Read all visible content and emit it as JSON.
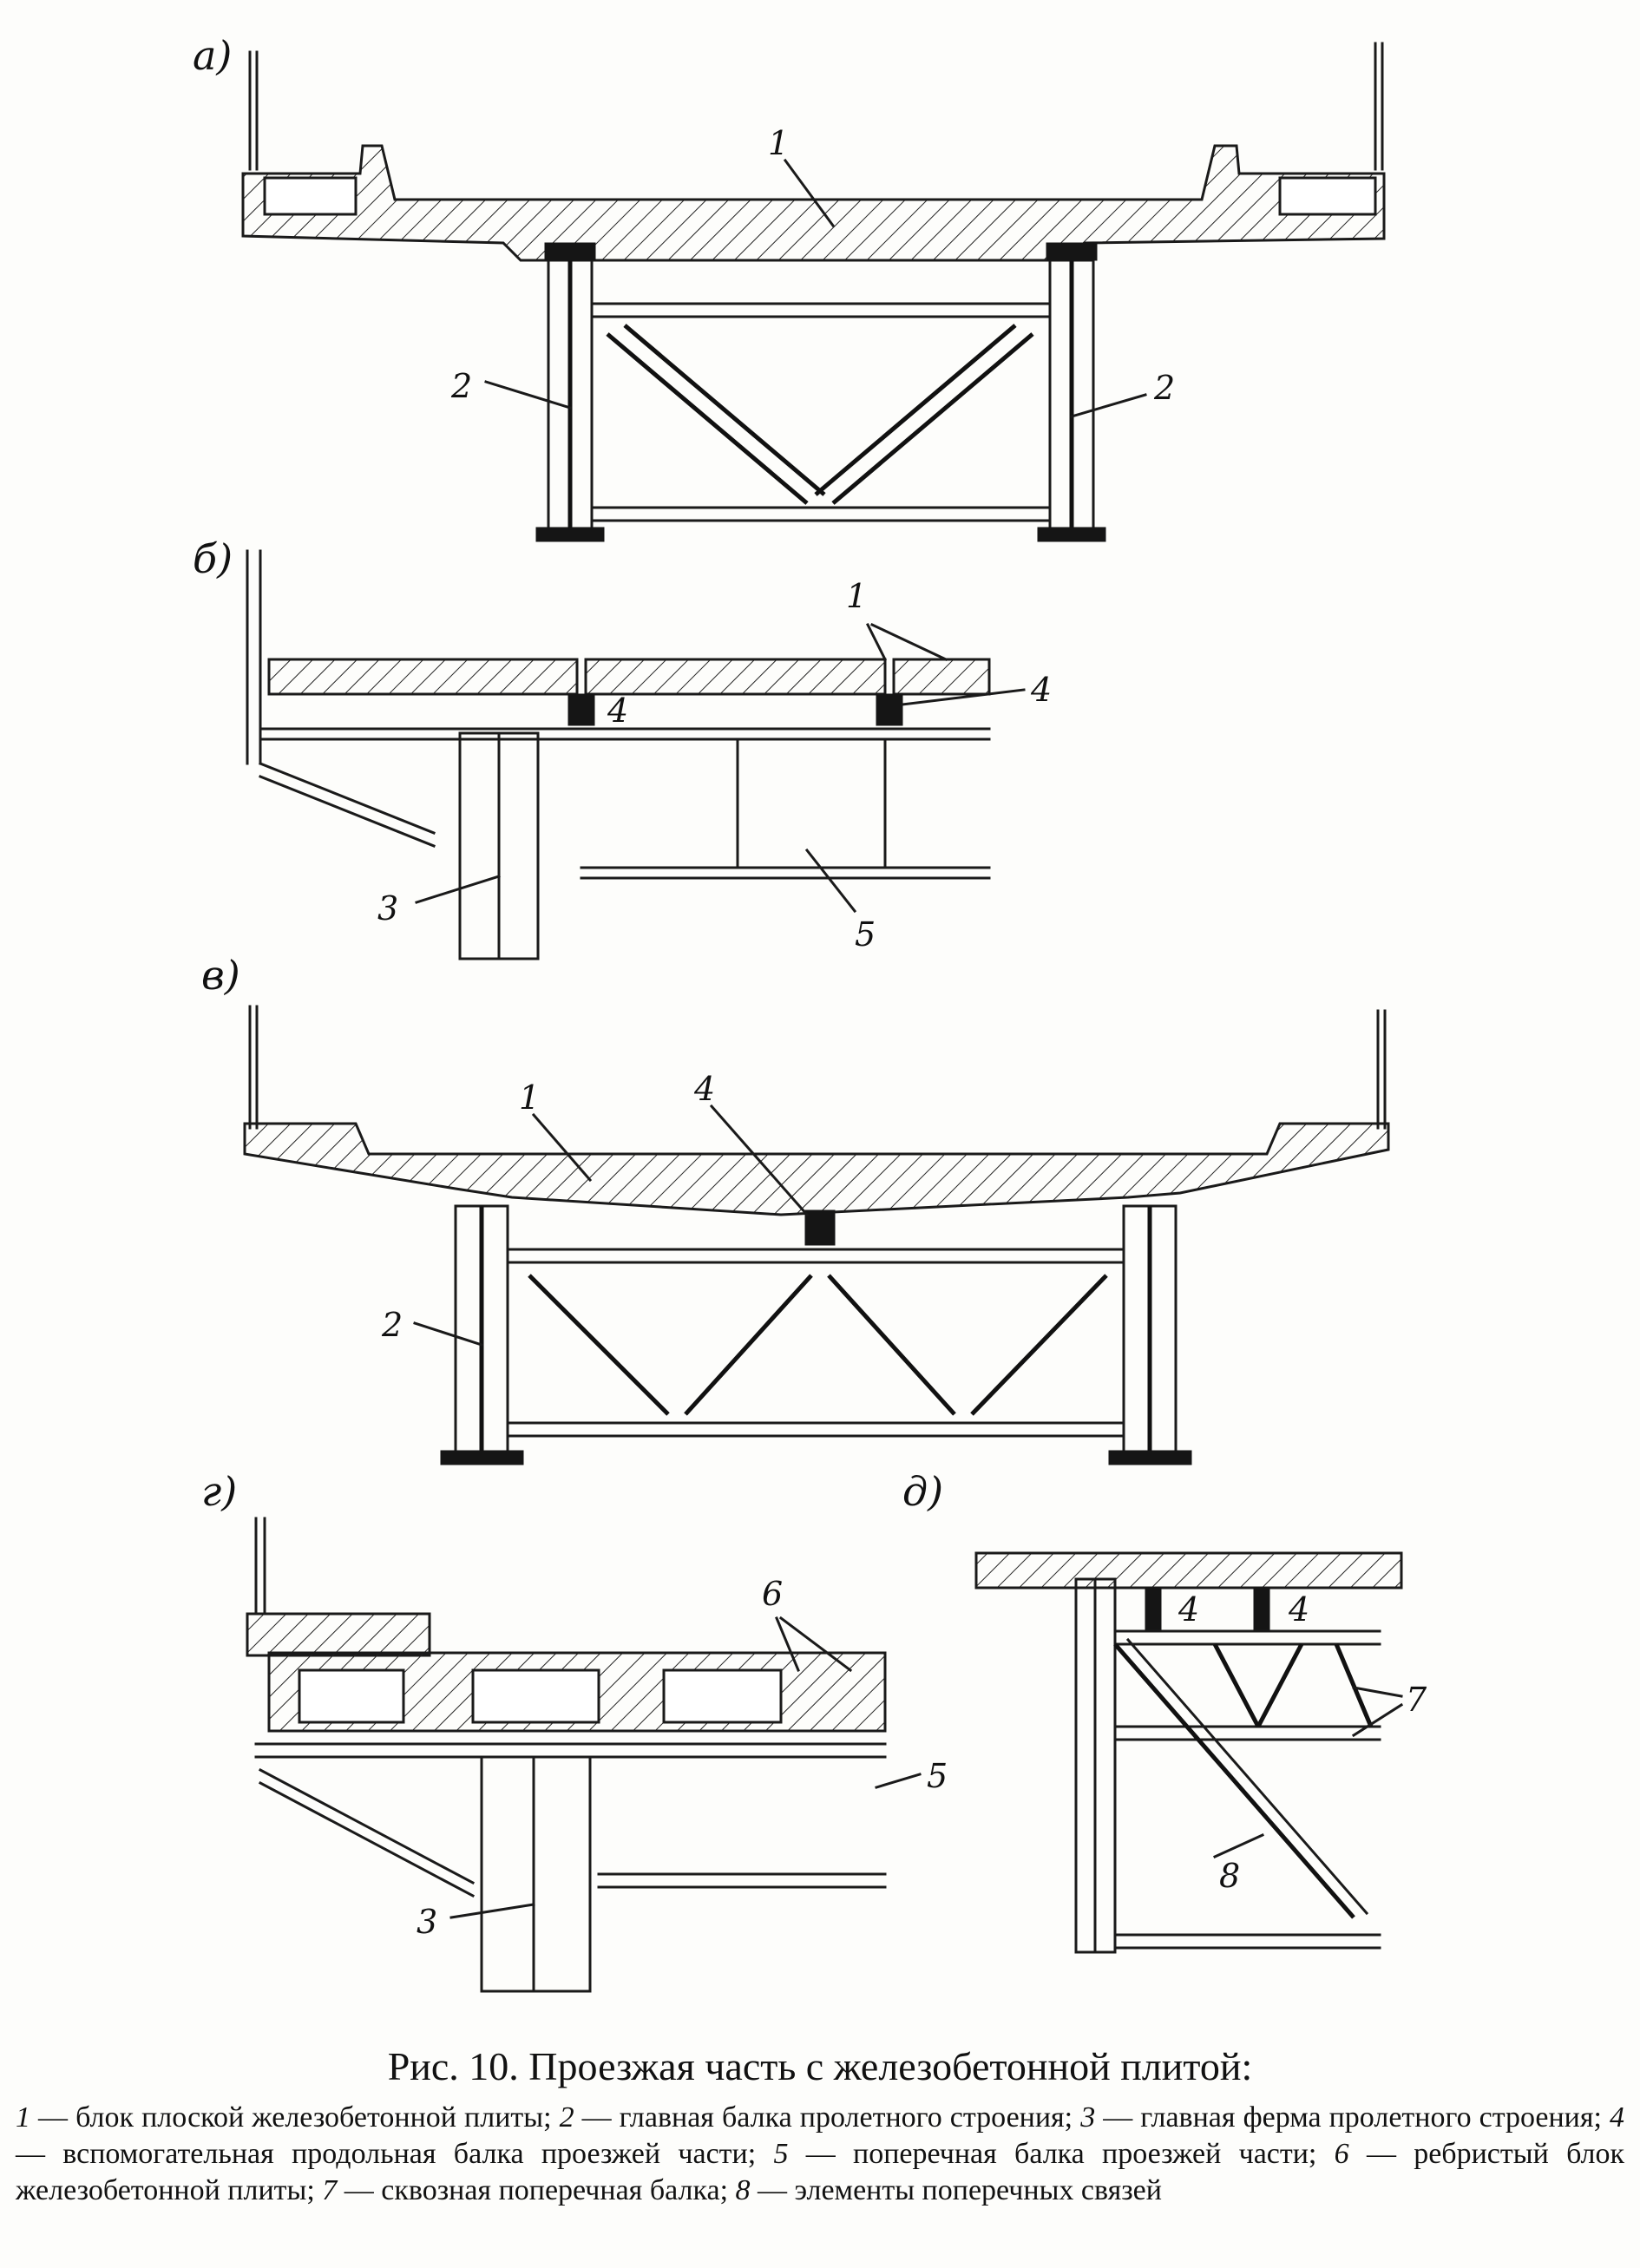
{
  "figure": {
    "panel_labels": [
      "а)",
      "б)",
      "в)",
      "г)",
      "д)"
    ],
    "caption": "Рис. 10. Проезжая часть с железобетонной плитой:",
    "legend": [
      {
        "num": "1",
        "text": "— блок плоской железобетонной плиты;"
      },
      {
        "num": "2",
        "text": "— главная балка пролетного строения;"
      },
      {
        "num": "3",
        "text": "— главная ферма пролетного строения;"
      },
      {
        "num": "4",
        "text": "— вспомогательная продольная балка проезжей части;"
      },
      {
        "num": "5",
        "text": "— поперечная балка проезжей части;"
      },
      {
        "num": "6",
        "text": "— ребристый блок железобетонной плиты;"
      },
      {
        "num": "7",
        "text": "— сквозная поперечная балка;"
      },
      {
        "num": "8",
        "text": "— элементы поперечных связей"
      }
    ]
  },
  "callouts": {
    "a": [
      "1",
      "2",
      "2"
    ],
    "b": [
      "1",
      "4",
      "4",
      "3",
      "5"
    ],
    "v": [
      "1",
      "4",
      "2"
    ],
    "g": [
      "6",
      "5",
      "3"
    ],
    "d": [
      "4",
      "4",
      "7",
      "8"
    ]
  }
}
